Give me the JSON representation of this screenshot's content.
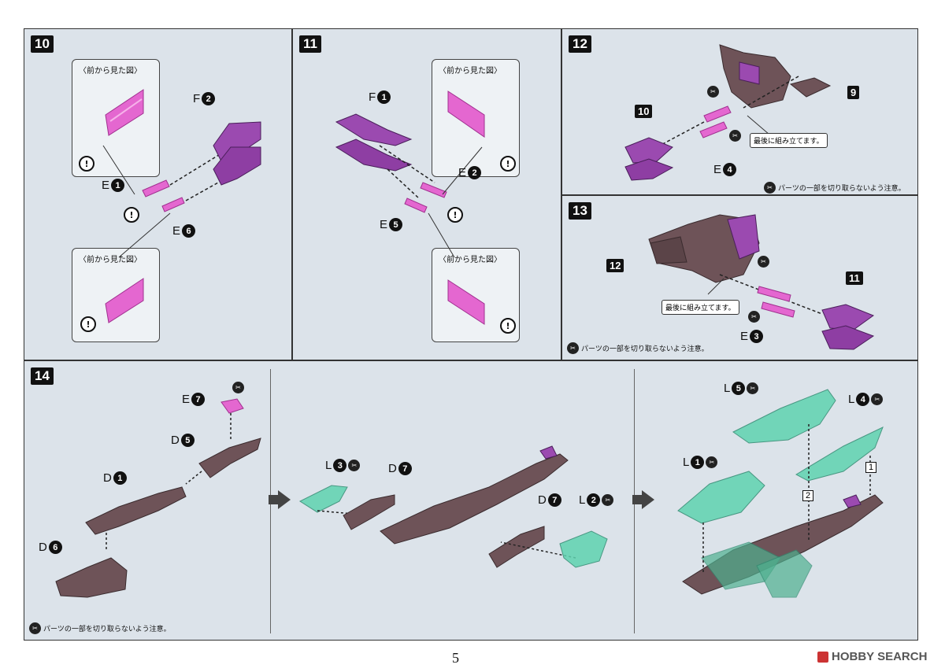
{
  "steps": {
    "s10": {
      "num": "10",
      "view_label": "〈前から見た図〉",
      "F": "F",
      "F_num": "2",
      "E_top": "E",
      "E_top_num": "1",
      "E_bot": "E",
      "E_bot_num": "6"
    },
    "s11": {
      "num": "11",
      "view_label": "〈前から見た図〉",
      "F": "F",
      "F_num": "1",
      "E_top": "E",
      "E_top_num": "2",
      "E_bot": "E",
      "E_bot_num": "5"
    },
    "s12": {
      "num": "12",
      "tag_9": "9",
      "tag_10": "10",
      "E": "E",
      "E_num": "4",
      "callout": "最後に組み立てます。",
      "note": "パーツの一部を切り取らないよう注意。"
    },
    "s13": {
      "num": "13",
      "tag_12": "12",
      "tag_11": "11",
      "E": "E",
      "E_num": "3",
      "callout": "最後に組み立てます。",
      "note": "パーツの一部を切り取らないよう注意。"
    },
    "s14": {
      "num": "14",
      "E7": "E",
      "E7_num": "7",
      "D5": "D",
      "D5_num": "5",
      "D1": "D",
      "D1_num": "1",
      "D6": "D",
      "D6_num": "6",
      "L3": "L",
      "L3_num": "3",
      "D7a": "D",
      "D7a_num": "7",
      "D7b": "D",
      "D7b_num": "7",
      "L2": "L",
      "L2_num": "2",
      "L5": "L",
      "L5_num": "5",
      "L4": "L",
      "L4_num": "4",
      "L1": "L",
      "L1_num": "1",
      "order1": "1",
      "order2": "2",
      "note": "パーツの一部を切り取らないよう注意。"
    }
  },
  "icons": {
    "warning": "!",
    "cut": "✂"
  },
  "page_number": "5",
  "logo_text": "HOBBY SEARCH"
}
